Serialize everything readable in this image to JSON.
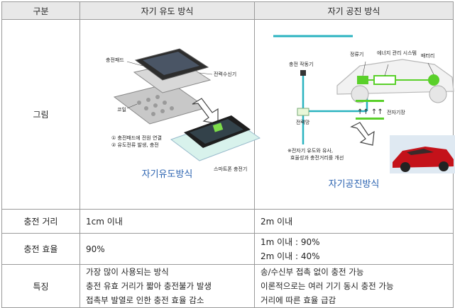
{
  "headers": {
    "category": "구분",
    "induction": "자기 유도 방식",
    "resonance": "자기 공진 방식"
  },
  "rows": {
    "figure": {
      "label": "그림",
      "induction_caption": "자기유도방식",
      "resonance_caption": "자기공진방식"
    },
    "distance": {
      "label": "충전 거리",
      "induction": "1cm 이내",
      "resonance": "2m 이내"
    },
    "efficiency": {
      "label": "충전 효율",
      "induction": "90%",
      "resonance": [
        "1m 이내 : 90%",
        "2m 이내 : 40%"
      ]
    },
    "features": {
      "label": "특징",
      "induction": [
        "가장 많이 사용되는 방식",
        "충전 유효 거리가 짧아 충전불가 발생",
        "접촉부 발열로 인한 충전 효율 감소"
      ],
      "resonance": [
        "송/수신부 접촉 없이 충전 가능",
        "이론적으로는 여러 기기 동시 충전 가능",
        "거리에 따른 효율 급감"
      ]
    }
  },
  "figure_labels": {
    "induction": {
      "pad": "충전패드",
      "receiver": "전력수신기",
      "coil": "코일",
      "note1": "① 충전패드에 전원 연결",
      "note2": "② 유도전류 발생, 충전",
      "phone_charger": "스마트폰 충전기"
    },
    "resonance": {
      "rectifier": "정류기",
      "ems": "에너지 관리 시스템",
      "battery": "배터리",
      "charger": "충전 작동기",
      "resonator": "전자기장",
      "power_line": "전력망",
      "note1": "※전자기 유도와 유사,",
      "note2": "효율성과 충전거리를 개선"
    }
  },
  "colors": {
    "header_bg": "#e8e8e8",
    "caption_blue": "#2a62b0",
    "line_teal": "#2bb3c0",
    "box_green": "#5ad02a",
    "car_red": "#c4121a"
  }
}
